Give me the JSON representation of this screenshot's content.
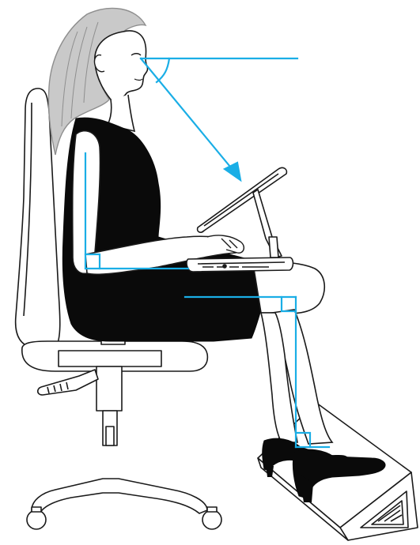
{
  "figure": {
    "subject": "ergonomic-seated-posture-with-laptop",
    "colors": {
      "guide": "#1aaee6",
      "outline": "#1a1a1a",
      "dress": "#0a0a0a",
      "hair": "#c9c9c9",
      "hair_stroke": "#8e8e8e",
      "chair_fill": "#ffffff",
      "background": "#ffffff"
    },
    "icons": {
      "chair": "office-chair",
      "footrest": "slanted-footrest",
      "laptop": "laptop-on-stand",
      "person": "seated-woman"
    }
  }
}
